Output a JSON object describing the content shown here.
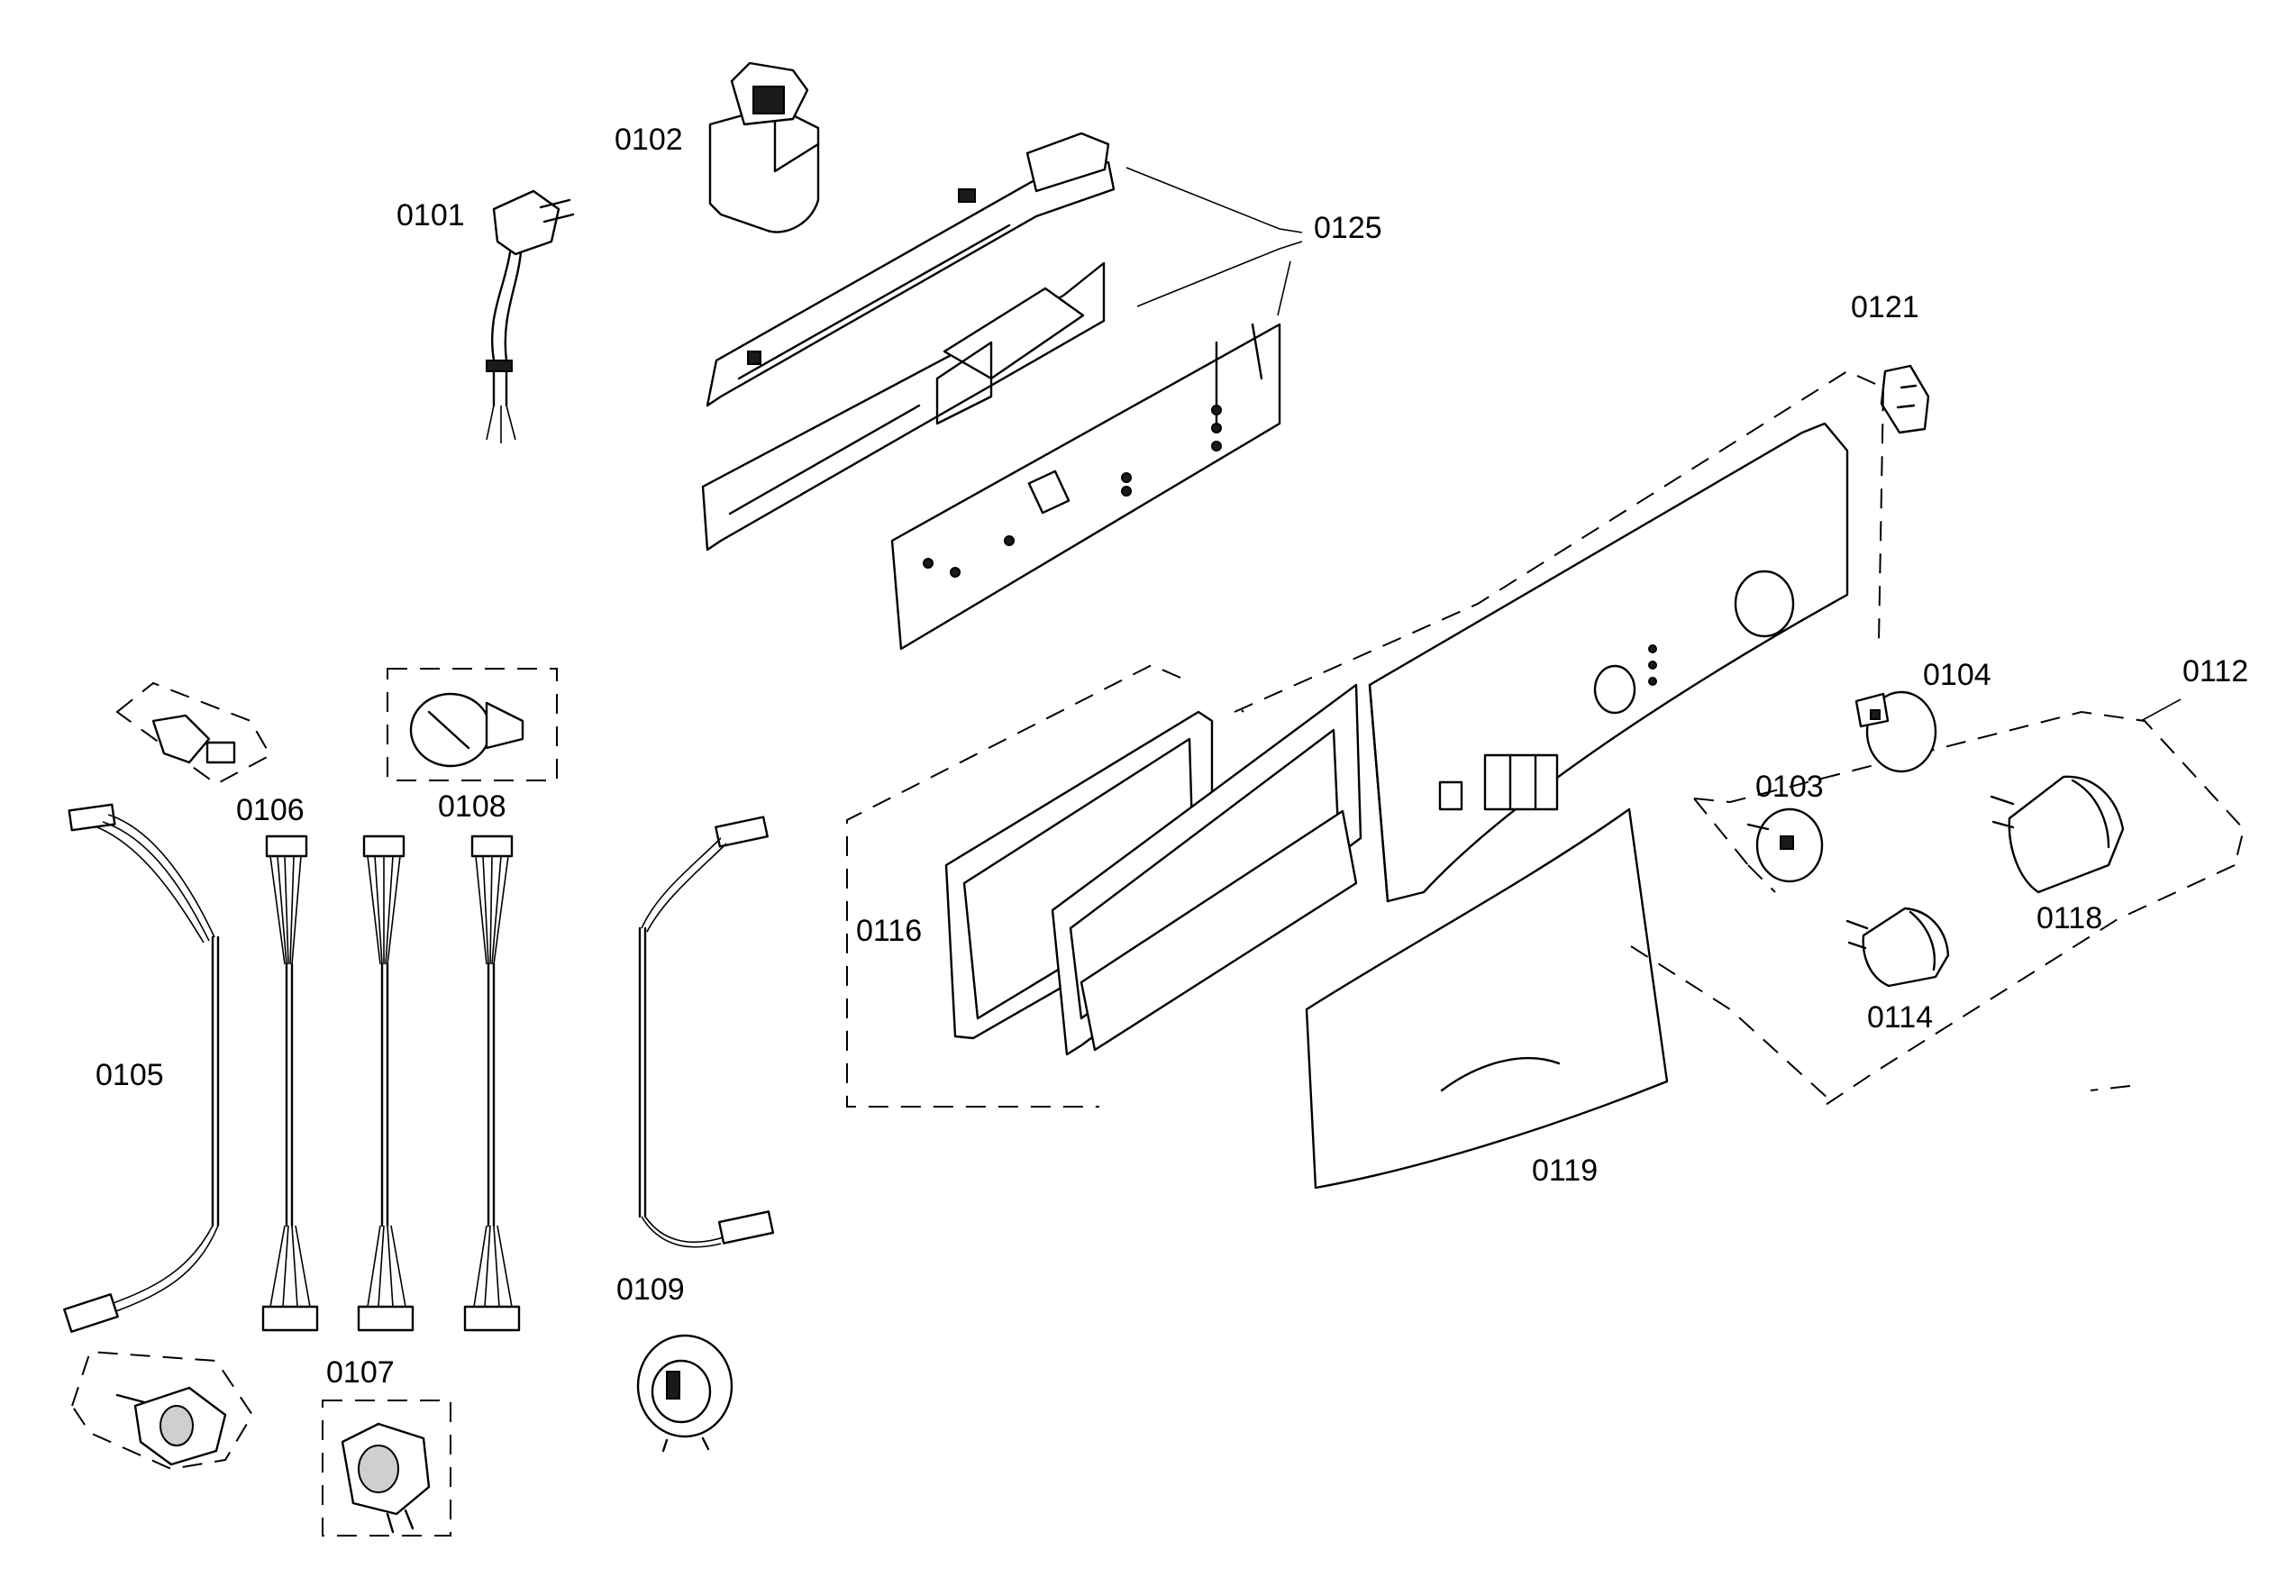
{
  "labels": {
    "p0101": "0101",
    "p0102": "0102",
    "p0103": "0103",
    "p0104": "0104",
    "p0105": "0105",
    "p0106": "0106",
    "p0107": "0107",
    "p0108": "0108",
    "p0109": "0109",
    "p0112": "0112",
    "p0114": "0114",
    "p0116": "0116",
    "p0118": "0118",
    "p0119": "0119",
    "p0121": "0121",
    "p0125": "0125"
  }
}
